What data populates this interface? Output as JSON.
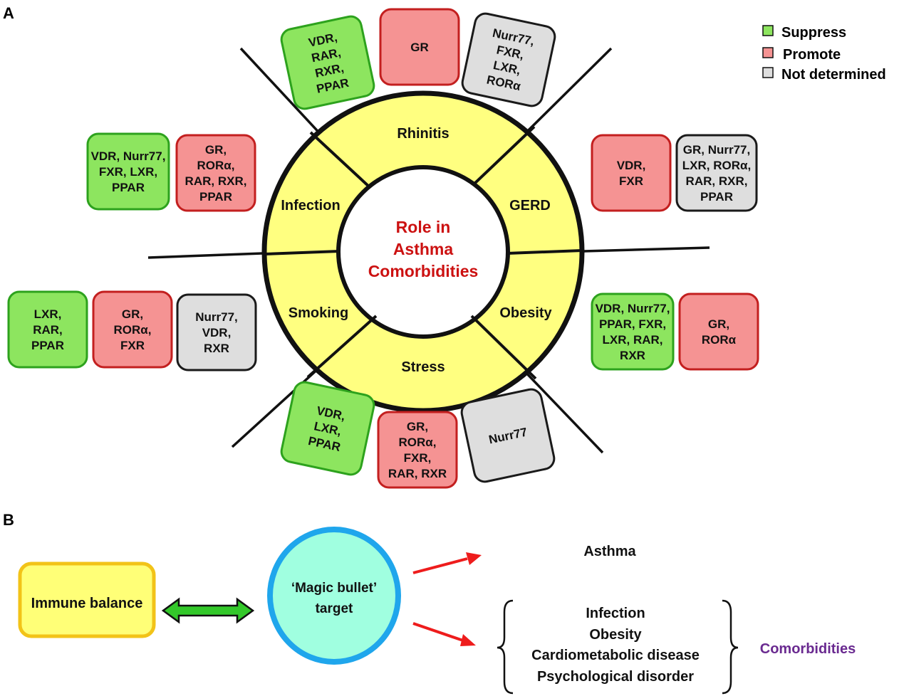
{
  "panels": {
    "a": "A",
    "b": "B"
  },
  "colors": {
    "suppress_fill": "#8de55f",
    "suppress_stroke": "#2da21d",
    "promote_fill": "#f59393",
    "promote_stroke": "#c31f1f",
    "nd_fill": "#dedede",
    "nd_stroke": "#1a1a1a",
    "ring_fill": "#ffff80",
    "center_text": "#cc1111",
    "bullet_fill": "#a0ffe0",
    "bullet_stroke": "#1fa6ec",
    "immune_fill": "#ffff77",
    "immune_stroke": "#f2c318",
    "comorb_text": "#6a2a90",
    "arrow_red": "#ee1c1c",
    "arrow_green": "#33c82a"
  },
  "legend": [
    {
      "type": "suppress",
      "label": "Suppress"
    },
    {
      "type": "promote",
      "label": "Promote"
    },
    {
      "type": "nd",
      "label": "Not determined"
    }
  ],
  "center": {
    "lines": [
      "Role in",
      "Asthma",
      "Comorbidities"
    ]
  },
  "segments": [
    "Rhinitis",
    "GERD",
    "Obesity",
    "Stress",
    "Smoking",
    "Infection"
  ],
  "boxes": {
    "rhinitis": [
      {
        "type": "suppress",
        "lines": [
          "VDR,",
          "RAR,",
          "RXR,",
          "PPAR"
        ]
      },
      {
        "type": "promote",
        "lines": [
          "GR"
        ]
      },
      {
        "type": "nd",
        "lines": [
          "Nurr77,",
          "FXR,",
          "LXR,",
          "RORα"
        ]
      }
    ],
    "gerd": [
      {
        "type": "promote",
        "lines": [
          "VDR,",
          "FXR"
        ]
      },
      {
        "type": "nd",
        "lines": [
          "GR, Nurr77,",
          "LXR, RORα,",
          "RAR, RXR,",
          "PPAR"
        ]
      }
    ],
    "obesity": [
      {
        "type": "suppress",
        "lines": [
          "VDR, Nurr77,",
          "PPAR, FXR,",
          "LXR, RAR,",
          "RXR"
        ]
      },
      {
        "type": "promote",
        "lines": [
          "GR,",
          "RORα"
        ]
      }
    ],
    "stress": [
      {
        "type": "suppress",
        "lines": [
          "VDR,",
          "LXR,",
          "PPAR"
        ]
      },
      {
        "type": "promote",
        "lines": [
          "GR,",
          "RORα,",
          "FXR,",
          "RAR, RXR"
        ]
      },
      {
        "type": "nd",
        "lines": [
          "Nurr77"
        ]
      }
    ],
    "smoking": [
      {
        "type": "suppress",
        "lines": [
          "LXR,",
          "RAR,",
          "PPAR"
        ]
      },
      {
        "type": "promote",
        "lines": [
          "GR,",
          "RORα,",
          "FXR"
        ]
      },
      {
        "type": "nd",
        "lines": [
          "Nurr77,",
          "VDR,",
          "RXR"
        ]
      }
    ],
    "infection": [
      {
        "type": "suppress",
        "lines": [
          "VDR, Nurr77,",
          "FXR, LXR,",
          "PPAR"
        ]
      },
      {
        "type": "promote",
        "lines": [
          "GR,",
          "RORα,",
          "RAR, RXR,",
          "PPAR"
        ]
      }
    ]
  },
  "panel_b": {
    "immune": "Immune balance",
    "bullet": [
      "‘Magic bullet’",
      "target"
    ],
    "asthma": "Asthma",
    "comorbidity_list": [
      "Infection",
      "Obesity",
      "Cardiometabolic disease",
      "Psychological disorder"
    ],
    "comorbidities": "Comorbidities"
  }
}
